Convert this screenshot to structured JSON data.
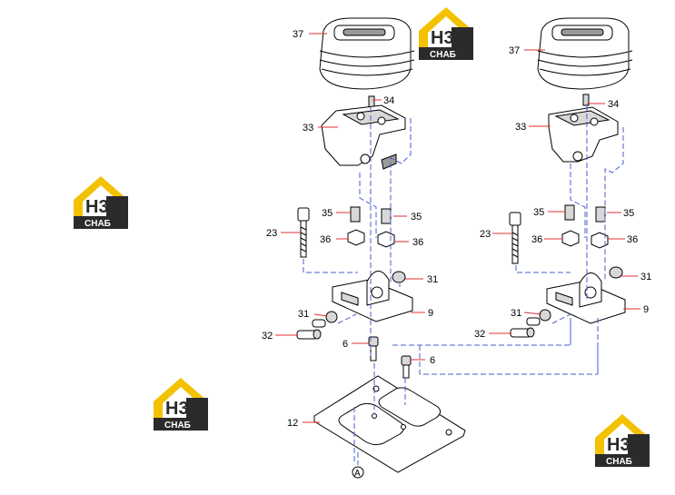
{
  "callouts": {
    "left": {
      "p37": "37",
      "p34": "34",
      "p33": "33",
      "p35a": "35",
      "p35b": "35",
      "p23": "23",
      "p36a": "36",
      "p36b": "36",
      "p31a": "31",
      "p9": "9",
      "p31b": "31",
      "p32": "32",
      "p6a": "6",
      "p6b": "6",
      "p12": "12"
    },
    "right": {
      "p37": "37",
      "p34": "34",
      "p33": "33",
      "p35a": "35",
      "p35b": "35",
      "p23": "23",
      "p36a": "36",
      "p36b": "36",
      "p31a": "31",
      "p9": "9",
      "p31b": "31",
      "p32": "32"
    },
    "view_marker": "A"
  },
  "watermark": {
    "letters": "H3",
    "brand": "CHAБ",
    "colors": {
      "roof": "#f2c200",
      "dark": "#2b2b2b",
      "text_light": "#ffffff"
    }
  },
  "colors": {
    "leader": "#e03030",
    "centerline": "#4a5fd0"
  }
}
